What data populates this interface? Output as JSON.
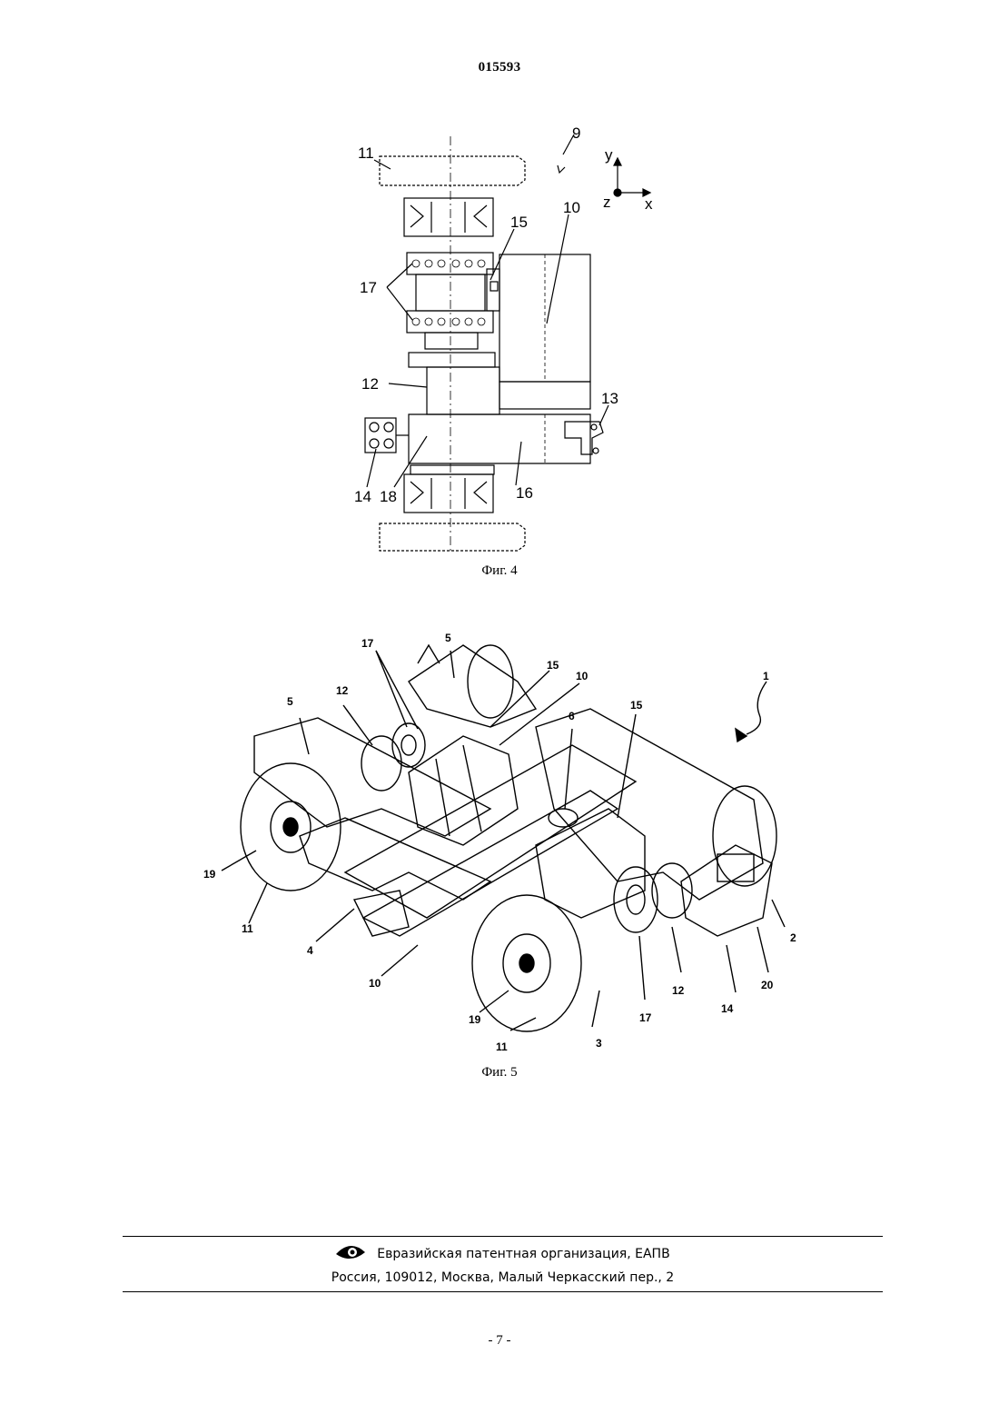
{
  "header": {
    "doc_number": "015593"
  },
  "figure4": {
    "caption": "Фиг. 4",
    "labels": {
      "l9": "9",
      "l11": "11",
      "l10": "10",
      "l15": "15",
      "l17": "17",
      "l12": "12",
      "l13": "13",
      "l14": "14",
      "l18": "18",
      "l16": "16",
      "ax_y": "y",
      "ax_z": "z",
      "ax_x": "x"
    }
  },
  "figure5": {
    "caption": "Фиг. 5",
    "labels": {
      "l1": "1",
      "l2": "2",
      "l3": "3",
      "l4": "4",
      "l5a": "5",
      "l5b": "5",
      "l6": "6",
      "l10a": "10",
      "l10b": "10",
      "l11a": "11",
      "l11b": "11",
      "l12a": "12",
      "l12b": "12",
      "l14": "14",
      "l15a": "15",
      "l15b": "15",
      "l17a": "17",
      "l17b": "17",
      "l19a": "19",
      "l19b": "19",
      "l20": "20"
    }
  },
  "footer": {
    "organization": "Евразийская патентная организация, ЕАПВ",
    "address": "Россия, 109012, Москва, Малый Черкасский пер., 2",
    "logo_icon": "eye-logo-icon"
  },
  "page_number": "- 7 -"
}
